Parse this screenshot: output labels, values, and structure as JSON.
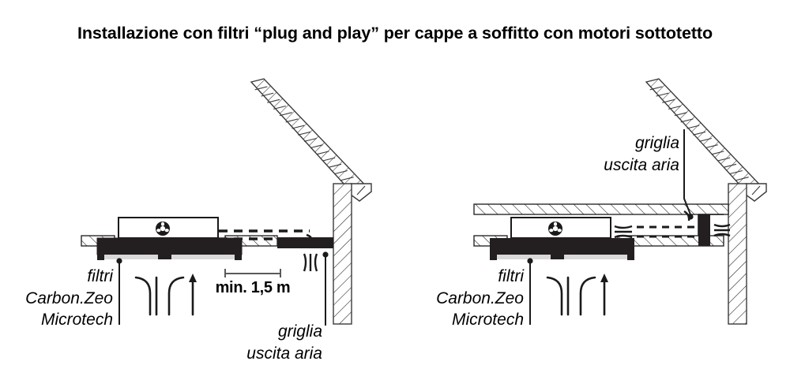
{
  "page": {
    "title": "Installazione con filtri “plug and play” per cappe a soffitto con motori sottotetto",
    "background_color": "#ffffff",
    "ink_color": "#1a1a1a",
    "hood_body_color": "#231f20",
    "filter_strip_color": "#d9d9d9"
  },
  "diagrams": [
    {
      "id": "left",
      "name": "installazione-canalizzata-con-griglia-a-distanza",
      "labels": {
        "filters": {
          "line1": "filtri",
          "line2": "Carbon.Zeo",
          "line3": "Microtech"
        },
        "grille": {
          "line1": "griglia",
          "line2": "uscita aria"
        },
        "dimension": "min. 1,5 m"
      },
      "icons": {
        "fan": "fan-icon",
        "airflow": "airflow-arrow-icon",
        "grille_fins": "grille-fins-icon",
        "duct": "dashed-duct-icon"
      }
    },
    {
      "id": "right",
      "name": "installazione-in-controsoffitto-con-griglia-a-parete",
      "labels": {
        "filters": {
          "line1": "filtri",
          "line2": "Carbon.Zeo",
          "line3": "Microtech"
        },
        "grille": {
          "line1": "griglia",
          "line2": "uscita aria"
        }
      },
      "icons": {
        "fan": "fan-icon",
        "airflow": "airflow-arrow-icon",
        "grille_fins": "grille-fins-icon",
        "duct": "dashed-duct-icon"
      }
    }
  ]
}
